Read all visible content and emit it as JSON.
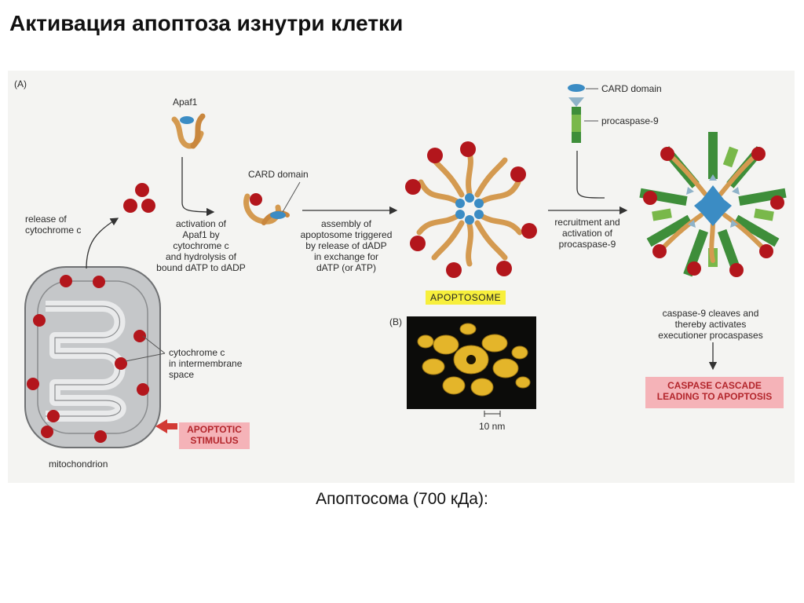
{
  "title": "Активация апоптоза изнутри клетки",
  "caption": "Апоптосома (700 кДа):",
  "figure": {
    "panel_a": "(A)",
    "panel_b": "(B)",
    "apaf1": "Apaf1",
    "card_domain_1": "CARD domain",
    "card_domain_2": "CARD domain",
    "procaspase9": "procaspase-9",
    "release_line1": "release of",
    "release_line2": "cytochrome c",
    "activation_lines": [
      "activation of",
      "Apaf1 by",
      "cytochrome c",
      "and hydrolysis of",
      "bound dATP to dADP"
    ],
    "assembly_lines": [
      "assembly of",
      "apoptosome triggered",
      "by release of dADP",
      "in exchange for",
      "dATP (or ATP)"
    ],
    "recruitment_lines": [
      "recruitment and",
      "activation of",
      "procaspase-9"
    ],
    "cytc_lines": [
      "cytochrome c",
      "in intermembrane",
      "space"
    ],
    "cleave_lines": [
      "caspase-9 cleaves and",
      "thereby activates",
      "executioner procaspases"
    ],
    "apoptosome_label": "APOPTOSOME",
    "stimulus_lines": [
      "APOPTOTIC",
      "STIMULUS"
    ],
    "cascade_lines": [
      "CASPASE CASCADE",
      "LEADING TO APOPTOSIS"
    ],
    "mitochondrion": "mitochondrion",
    "scale": "10 nm"
  },
  "colors": {
    "cytochrome": "#b3161c",
    "apaf": "#d49a50",
    "card": "#3b8cc4",
    "caspase_green": "#3e8e3a",
    "mito_fill": "#c7c9cb",
    "stimulus_arrow": "#d23a35"
  }
}
